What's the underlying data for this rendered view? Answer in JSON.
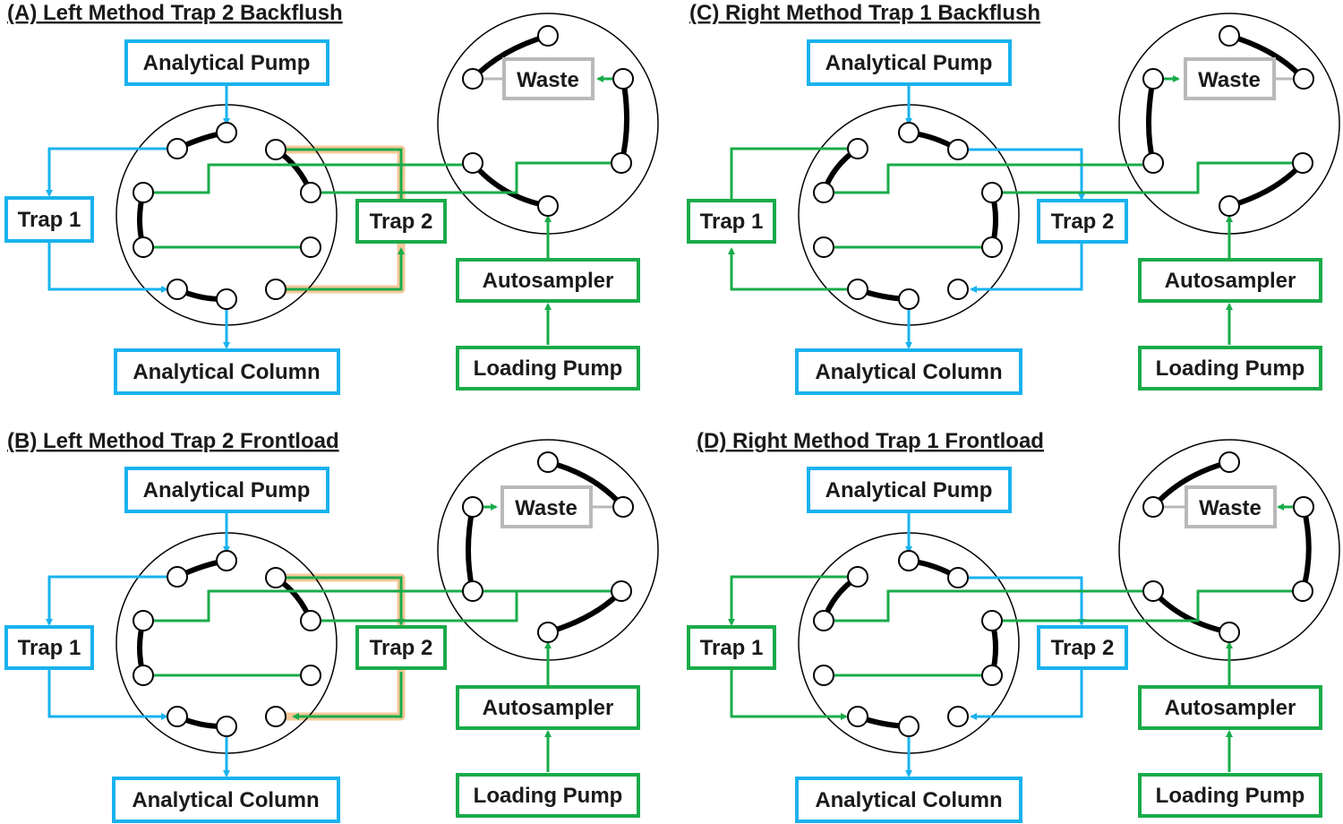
{
  "colors": {
    "analytical": "#19b2ee",
    "loading": "#1aab4a",
    "waste": "#b9b9b9",
    "highlight": "#f6c89a",
    "rotor": "#000000"
  },
  "panels": [
    {
      "title": "(A) Left Method Trap 2 Backflush",
      "labels": {
        "analytical_pump": "Analytical Pump",
        "analytical_column": "Analytical Column",
        "trap1": "Trap 1",
        "trap2": "Trap 2",
        "waste": "Waste",
        "autosampler": "Autosampler",
        "loading_pump": "Loading Pump"
      }
    },
    {
      "title": "(B) Left Method Trap 2 Frontload",
      "labels": {
        "analytical_pump": "Analytical Pump",
        "analytical_column": "Analytical Column",
        "trap1": "Trap 1",
        "trap2": "Trap 2",
        "waste": "Waste",
        "autosampler": "Autosampler",
        "loading_pump": "Loading Pump"
      }
    },
    {
      "title": "(C) Right Method Trap 1 Backflush",
      "labels": {
        "analytical_pump": "Analytical Pump",
        "analytical_column": "Analytical Column",
        "trap1": "Trap 1",
        "trap2": "Trap 2",
        "waste": "Waste",
        "autosampler": "Autosampler",
        "loading_pump": "Loading Pump"
      }
    },
    {
      "title": "(D) Right Method Trap 1 Frontload",
      "labels": {
        "analytical_pump": "Analytical Pump",
        "analytical_column": "Analytical Column",
        "trap1": "Trap 1",
        "trap2": "Trap 2",
        "waste": "Waste",
        "autosampler": "Autosampler",
        "loading_pump": "Loading Pump"
      }
    }
  ]
}
